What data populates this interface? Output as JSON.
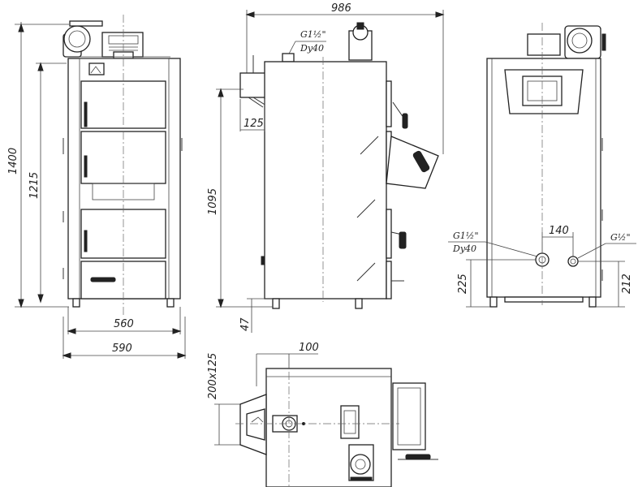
{
  "dimensions": {
    "total_depth": "986",
    "total_height": "1400",
    "height_1215": "1215",
    "height_1095": "1095",
    "inner_width": "560",
    "outer_width": "590",
    "offset_125": "125",
    "leg_47": "47",
    "spacing_140": "140",
    "height_225": "225",
    "height_212": "212",
    "offset_100": "100",
    "flue_200x125": "200x125"
  },
  "connections": {
    "top_outlet": {
      "thread": "G1½\"",
      "dn": "Dy40"
    },
    "return_inlet": {
      "thread": "G1½\"",
      "dn": "Dy40"
    },
    "drain": {
      "thread": "G½\""
    }
  }
}
